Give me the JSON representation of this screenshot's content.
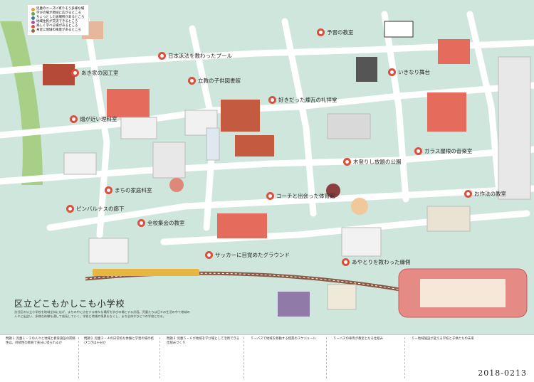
{
  "legend": {
    "items": [
      {
        "text": "児童のニーズに寄りそう多様な場",
        "color": "#e1a23a"
      },
      {
        "text": "学びの場が地域に広がるところ",
        "color": "#6aa84f"
      },
      {
        "text": "ちょっとした居場所があるところ",
        "color": "#3c78a8"
      },
      {
        "text": "地域住民が交流できるところ",
        "color": "#b04fa0"
      },
      {
        "text": "楽しく学べる場があるところ",
        "color": "#d9503c"
      },
      {
        "text": "身近に地域の風景があるところ",
        "color": "#8a6d3b"
      }
    ]
  },
  "places": [
    {
      "id": "pool",
      "label": "日本泳法を教わったプール"
    },
    {
      "id": "library",
      "label": "立教の子供図書館"
    },
    {
      "id": "craft",
      "label": "あき家の図工室"
    },
    {
      "id": "field",
      "label": "畑が近い理科室"
    },
    {
      "id": "brick",
      "label": "好きだった煉瓦の礼拝堂"
    },
    {
      "id": "park",
      "label": "木登りし放題の公園"
    },
    {
      "id": "prep",
      "label": "予習の教室"
    },
    {
      "id": "stage",
      "label": "いきなり舞台"
    },
    {
      "id": "music",
      "label": "ガラス屋根の音楽室"
    },
    {
      "id": "homeec",
      "label": "まちの家庭科室"
    },
    {
      "id": "hallway",
      "label": "ピンバルナスの廊下"
    },
    {
      "id": "gym",
      "label": "コーチと出会った体育館"
    },
    {
      "id": "assembly",
      "label": "全校集会の教室"
    },
    {
      "id": "manners",
      "label": "お作法の教室"
    },
    {
      "id": "ground",
      "label": "サッカーに目覚めたグラウンド"
    },
    {
      "id": "porch",
      "label": "あやとりを教わった縁側"
    }
  ],
  "school": {
    "title": "区立どこもかしこも小学校",
    "description": "渋谷区の公立小学校を地域全体に広げ、まちの中に点在する様々な場所を学びの場とする計画。児童たちは日々の生活の中で地域の人々と出会い、多様な体験を通して成長していく。学校と地域の境界をなくし、まち全体がひとつの学校となる。"
  },
  "panels": [
    "問題１ 児童１・２の人々と地域と教育施設の関係性は、持続性の教育で充分に得られるか",
    "問題２ 児童３・４の日常的な体験と学習の場の結びつきは十分か",
    "問題３ 児童５・６が地域を学び場として活用できる仕組みづくり",
    "５ーバスで地域を移動する授業のスケジュール",
    "５ーバスの車両が教室となる仕組み",
    "５ー地域施設が変える学校と子供たちの未来"
  ],
  "date": "2018-0213"
}
